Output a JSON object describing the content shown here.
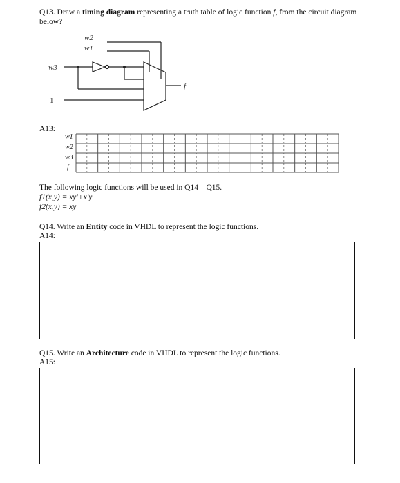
{
  "q13": {
    "prefix": "Q13. Draw a ",
    "bold": "timing diagram",
    "middle": " representing a truth table of logic function ",
    "fn": "f",
    "suffix": ", from the circuit diagram below?"
  },
  "circuit": {
    "w2": "w2",
    "w1": "w1",
    "w3": "w3",
    "one": "1",
    "f": "f"
  },
  "a13_label": "A13:",
  "timing_rows": [
    "w1",
    "w2",
    "w3",
    "f"
  ],
  "logic_intro": "The following logic functions will be used in Q14 – Q15.",
  "f1": "f1(x,y) = xy'+x'y",
  "f2": "f2(x,y) = xy",
  "q14": {
    "prefix": "Q14. Write an ",
    "bold": "Entity",
    "suffix": " code in VHDL to represent the logic functions."
  },
  "a14_label": "A14:",
  "q15": {
    "prefix": "Q15. Write an ",
    "bold": "Architecture",
    "suffix": " code in VHDL to represent the logic functions."
  },
  "a15_label": "A15:"
}
